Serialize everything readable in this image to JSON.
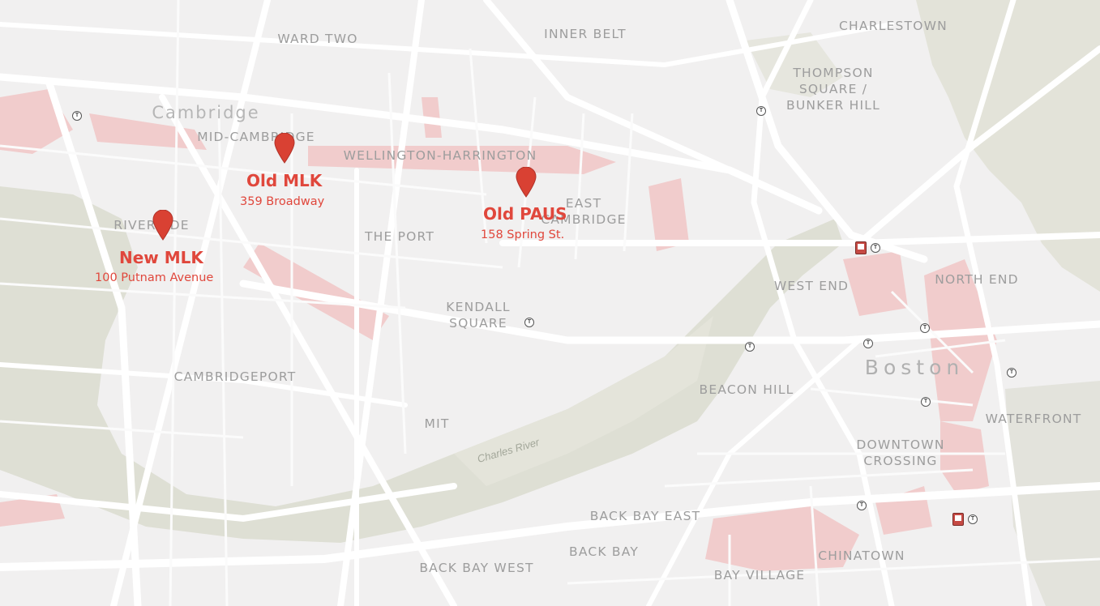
{
  "map": {
    "colors": {
      "land": "#f1f0f0",
      "park": "#e3e3dc",
      "river": "#d9dbcf",
      "road": "#ffffff",
      "commercial": "#f2cfcf",
      "accent": "#e0473c"
    },
    "icons": {
      "marker": "map-pin-icon",
      "transit": "subway-station-icon",
      "rail": "rail-station-icon"
    }
  },
  "areas": {
    "ward_two": "WARD TWO",
    "inner_belt": "INNER BELT",
    "charlestown": "CHARLESTOWN",
    "thompson_square": "THOMPSON\nSQUARE /\nBUNKER HILL",
    "cambridge": "Cambridge",
    "mid_cambridge": "MID-CAMBRIDGE",
    "wellington_harrington": "WELLINGTON-HARRINGTON",
    "riverside": "RIVERSIDE",
    "the_port": "THE PORT",
    "east_cambridge": "EAST\nCAMBRIDGE",
    "west_end": "WEST END",
    "north_end": "NORTH END",
    "kendall_square": "KENDALL\nSQUARE",
    "boston": "Boston",
    "beacon_hill": "BEACON HILL",
    "cambridgeport": "CAMBRIDGEPORT",
    "waterfront": "WATERFRONT",
    "mit": "MIT",
    "downtown_crossing": "DOWNTOWN\nCROSSING",
    "back_bay_east": "BACK BAY EAST",
    "back_bay": "BACK BAY",
    "back_bay_west": "BACK BAY WEST",
    "chinatown": "CHINATOWN",
    "bay_village": "BAY VILLAGE",
    "charles_river": "Charles River"
  },
  "locations": [
    {
      "title": "Old MLK",
      "address": "359 Broadway"
    },
    {
      "title": "New MLK",
      "address": "100 Putnam Avenue"
    },
    {
      "title": "Old PAUS",
      "address": "158 Spring St."
    }
  ]
}
